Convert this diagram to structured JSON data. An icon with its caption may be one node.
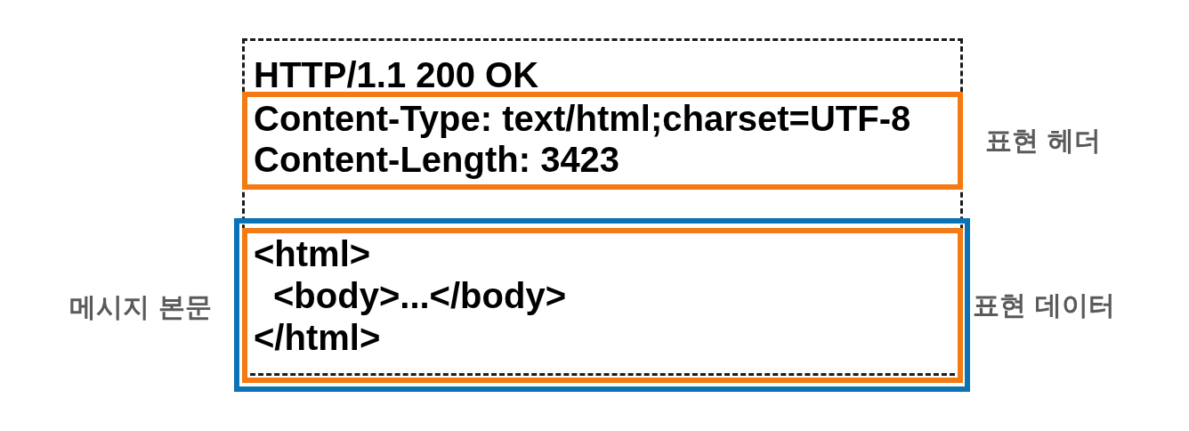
{
  "diagram": {
    "nodes": [
      {
        "text": [
          "HTTP/1.1 200 OK"
        ]
      },
      {
        "text": [
          "Content-Type: text/html;charset=UTF-8",
          "Content-Length: 3423"
        ],
        "in": 0,
        "beside": [
          "표현 헤더"
        ]
      },
      {
        "text": [],
        "shape": "box",
        "beside": [
          "메시지 본문"
        ]
      },
      {
        "text": [
          "<html>",
          "<body>...</body>",
          "</html>"
        ],
        "in": 2,
        "beside": [
          "표현 데이터"
        ]
      }
    ]
  }
}
